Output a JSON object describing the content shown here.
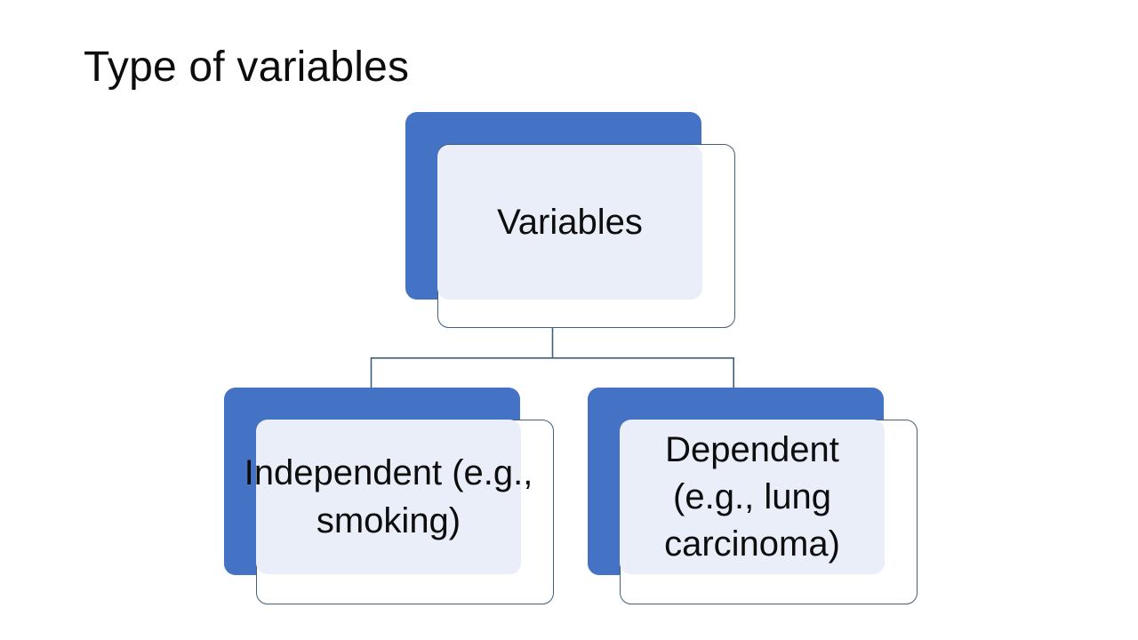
{
  "slide": {
    "title": "Type of variables",
    "background_color": "#FFFFFF"
  },
  "theme": {
    "accent_blue": "#4472C4",
    "node_fill": "#E9EEF8",
    "node_border": "#3F5F7B",
    "connector_color": "#3F5F7B",
    "text_color": "#0D0D0D"
  },
  "diagram": {
    "type": "hierarchy",
    "root": {
      "id": "variables",
      "label": "Variables"
    },
    "children": [
      {
        "id": "independent",
        "label": "Independent (e.g., smoking)"
      },
      {
        "id": "dependent",
        "label": "Dependent (e.g., lung carcinoma)"
      }
    ]
  }
}
